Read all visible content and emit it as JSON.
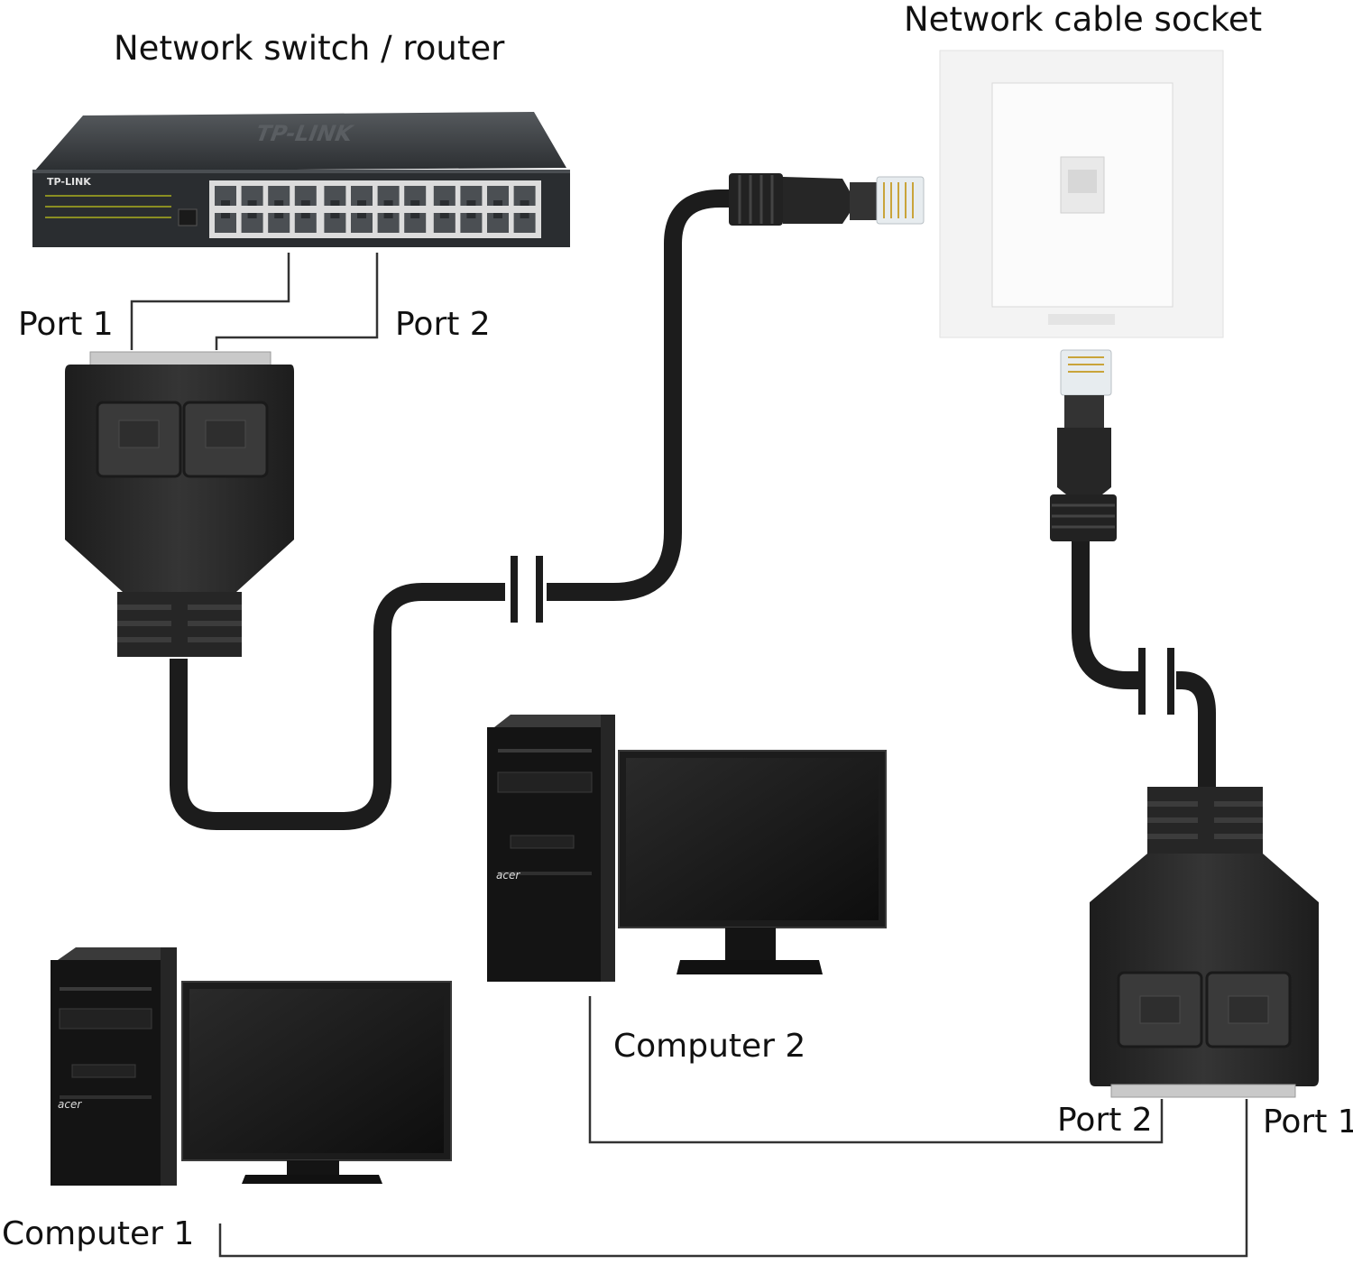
{
  "labels": {
    "switch_title": "Network switch / router",
    "socket_title": "Network cable socket",
    "top_port1": "Port 1",
    "top_port2": "Port 2",
    "bottom_port2": "Port 2",
    "bottom_port1": "Port 1",
    "computer1": "Computer 1",
    "computer2": "Computer 2"
  },
  "device_text": {
    "switch_brand": "TP-LINK",
    "pc_brand": "acer"
  },
  "colors": {
    "connector": "#2b2b2b",
    "connector_dark": "#1a1a1a",
    "cable": "#1c1c1c",
    "lines": "#333333",
    "switch_body": "#2d3033",
    "socket_plate": "#f4f4f4"
  }
}
